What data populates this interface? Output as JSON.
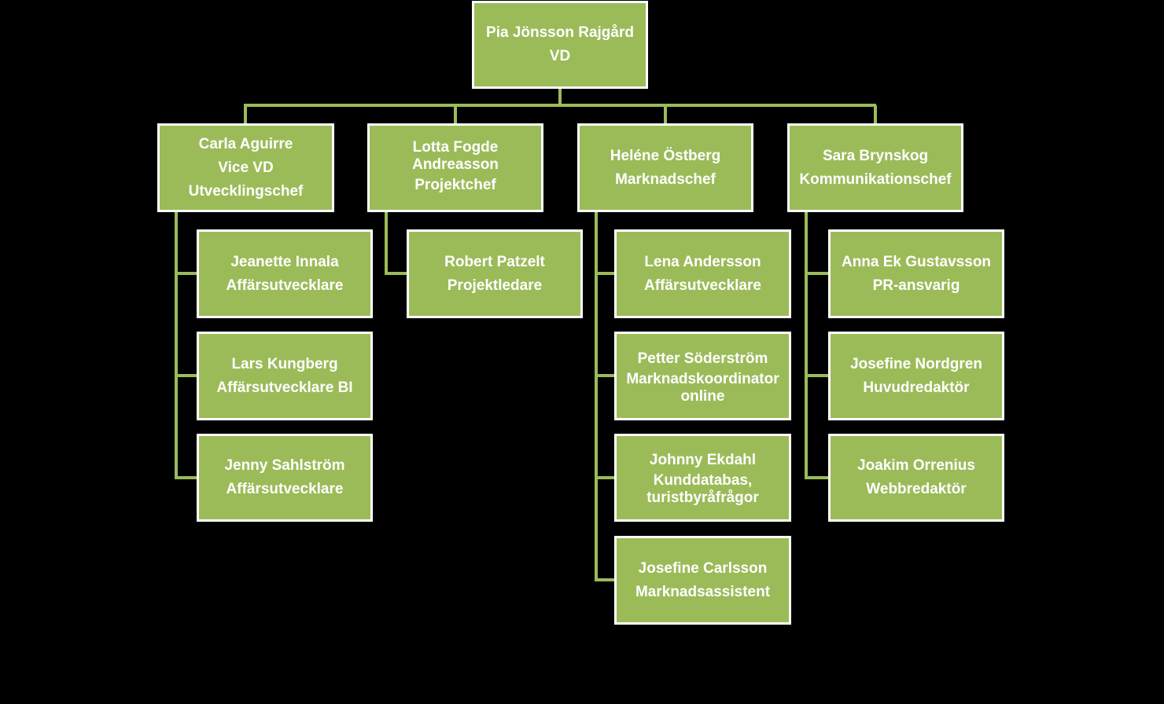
{
  "colors": {
    "background": "#000000",
    "box_fill": "#9BBB59",
    "box_border": "#FFFFFF",
    "connector": "#9BBB59",
    "text": "#FFFFFF"
  },
  "org": {
    "ceo": {
      "name": "Pia Jönsson Rajgård",
      "title": "VD"
    },
    "managers": [
      {
        "name": "Carla Aguirre",
        "title": "Vice VD",
        "title2": "Utvecklingschef",
        "reports": [
          {
            "name": "Jeanette Innala",
            "title": "Affärsutvecklare"
          },
          {
            "name": "Lars Kungberg",
            "title": "Affärsutvecklare BI"
          },
          {
            "name": "Jenny Sahlström",
            "title": "Affärsutvecklare"
          }
        ]
      },
      {
        "name": "Lotta Fogde",
        "name2": "Andreasson",
        "title": "Projektchef",
        "reports": [
          {
            "name": "Robert Patzelt",
            "title": "Projektledare"
          }
        ]
      },
      {
        "name": "Heléne Östberg",
        "title": "Marknadschef",
        "reports": [
          {
            "name": "Lena Andersson",
            "title": "Affärsutvecklare"
          },
          {
            "name": "Petter Söderström",
            "title": "Marknadskoordinator",
            "title2": "online"
          },
          {
            "name": "Johnny Ekdahl",
            "title": "Kunddatabas,",
            "title2": "turistbyråfrågor"
          },
          {
            "name": "Josefine Carlsson",
            "title": "Marknadsassistent"
          }
        ]
      },
      {
        "name": "Sara Brynskog",
        "title": "Kommunikationschef",
        "reports": [
          {
            "name": "Anna Ek Gustavsson",
            "title": "PR-ansvarig"
          },
          {
            "name": "Josefine Nordgren",
            "title": "Huvudredaktör"
          },
          {
            "name": "Joakim Orrenius",
            "title": "Webbredaktör"
          }
        ]
      }
    ]
  }
}
